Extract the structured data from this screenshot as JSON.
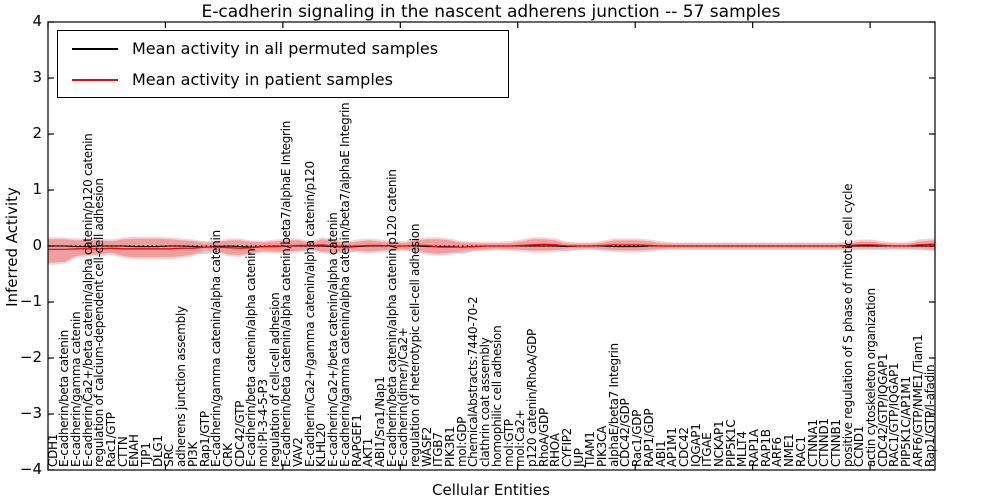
{
  "header": {
    "title": "E-cadherin signaling in the nascent adherens junction -- 57 samples"
  },
  "axes": {
    "ylabel": "Inferred Activity",
    "xlabel": "Cellular Entities",
    "yticks": [
      4,
      3,
      2,
      1,
      0,
      -1,
      -2,
      -3,
      -4
    ],
    "ylim": [
      -4,
      4
    ]
  },
  "legend": {
    "items": [
      {
        "label": "Mean activity in all permuted samples",
        "color": "#000000"
      },
      {
        "label": "Mean activity in patient samples",
        "color": "#ff0000"
      }
    ]
  },
  "chart_data": {
    "type": "line",
    "title": "E-cadherin signaling in the nascent adherens junction -- 57 samples",
    "xlabel": "Cellular Entities",
    "ylabel": "Inferred Activity",
    "ylim": [
      -4,
      4
    ],
    "grid": false,
    "legend_position": "upper left",
    "x_tick_label_rotation": 90,
    "x_tick_every": 10,
    "zero_line": {
      "style": "dotted",
      "color": "#000000"
    },
    "categories": [
      "CDH1",
      "E-cadherin/beta catenin",
      "E-cadherin/gamma catenin",
      "E-cadherin/Ca2+/beta catenin/alpha catenin/p120 catenin",
      "regulation of calcium-dependent cell-cell adhesion",
      "Rac1/GTP",
      "CTTN",
      "ENAH",
      "TJP1",
      "DLG1",
      "SRC",
      "adherens junction assembly",
      "PI3K",
      "Rap1/GTP",
      "E-cadherin/gamma catenin/alpha catenin",
      "CRK",
      "CDC42/GTP",
      "E-cadherin/beta catenin/alpha catenin",
      "mol:PI-3-4-5-P3",
      "regulation of cell-cell adhesion",
      "E-cadherin/beta catenin/alpha catenin/beta7/alphaE Integrin",
      "VAV2",
      "E-cadherin/Ca2+/gamma catenin/alpha catenin/p120",
      "KLHL20",
      "E-cadherin/Ca2+/beta catenin/alpha catenin",
      "E-cadherin/gamma catenin/alpha catenin/beta7/alphaE Integrin",
      "RAPGEF1",
      "AKT1",
      "ABI1/Sra1/Nap1",
      "E-cadherin/beta catenin/alpha catenin/p120 catenin",
      "E-cadherin(dimer)/Ca2+",
      "regulation of heterotypic cell-cell adhesion",
      "WASF2",
      "ITGB7",
      "PIK3R1",
      "mol:GDP",
      "ChemicalAbstracts:7440-70-2",
      "clathrin coat assembly",
      "homophilic cell adhesion",
      "mol:GTP",
      "mol:Ca2+",
      "p120 catenin/RhoA/GDP",
      "RhoA/GDP",
      "RHOA",
      "CYFIP2",
      "JUP",
      "TIAM1",
      "PIK3CA",
      "alphaE/beta7 Integrin",
      "CDC42/GDP",
      "Rac1/GDP",
      "RAP1/GDP",
      "ABI1",
      "AP1M1",
      "CDC42",
      "IQGAP1",
      "ITGAE",
      "NCKAP1",
      "PIP5K1C",
      "MLLT4",
      "RAP1A",
      "RAP1B",
      "ARF6",
      "NME1",
      "RAC1",
      "CTNNA1",
      "CTNND1",
      "CTNNB1",
      "positive regulation of S phase of mitotic cell cycle",
      "CCND1",
      "actin cytoskeleton organization",
      "CDC42/GTP/IQGAP1",
      "RAC1/GTP/IQGAP1",
      "PIP5K1C/AP1M1",
      "ARF6/GTP/NME1/Tiam1",
      "Rap1/GTP/l-afadin"
    ],
    "series": [
      {
        "name": "Mean activity in all permuted samples",
        "color": "#000000",
        "values": [
          0,
          0,
          -0.01,
          -0.01,
          0,
          0,
          0,
          -0.01,
          -0.01,
          -0.01,
          0,
          0,
          -0.01,
          -0.02,
          -0.01,
          0,
          -0.01,
          -0.02,
          -0.01,
          0,
          0,
          0,
          0,
          0,
          -0.01,
          -0.02,
          -0.01,
          0,
          0,
          0,
          0,
          0,
          -0.01,
          -0.01,
          -0.01,
          -0.02,
          -0.01,
          0,
          0,
          0,
          0,
          0,
          0,
          0,
          -0.01,
          0,
          0,
          0,
          -0.01,
          -0.01,
          -0.01,
          0,
          0,
          0,
          0,
          0,
          0,
          0,
          0,
          0,
          0,
          0,
          0,
          0,
          0,
          0,
          0,
          0,
          0,
          0,
          0,
          0,
          0,
          0,
          0,
          0
        ]
      },
      {
        "name": "Mean activity in patient samples",
        "color": "#ff0000",
        "values": [
          -0.06,
          -0.06,
          -0.05,
          -0.05,
          -0.05,
          -0.04,
          -0.05,
          -0.05,
          -0.05,
          -0.05,
          -0.05,
          -0.04,
          -0.04,
          -0.02,
          -0.02,
          -0.03,
          -0.04,
          -0.03,
          -0.01,
          -0.01,
          0,
          0.01,
          0.01,
          0.02,
          0,
          -0.01,
          0,
          0.01,
          0.01,
          0,
          0,
          0.01,
          0.01,
          -0.02,
          -0.02,
          -0.02,
          -0.01,
          0,
          0,
          0,
          0.01,
          0.02,
          0.03,
          0.02,
          0,
          0,
          0,
          0.01,
          0.02,
          0.02,
          0.02,
          0.01,
          0,
          0,
          0,
          0,
          0,
          0,
          0,
          0,
          0,
          0,
          0,
          0,
          0,
          0,
          0,
          0,
          0.01,
          0.02,
          0.02,
          0.01,
          0,
          0,
          0.02,
          0.03
        ]
      }
    ],
    "bands": [
      {
        "name": "permuted samples spread",
        "color": "#d6d6d6",
        "upper": [
          0.12,
          0.12,
          0.1,
          0.1,
          0.1,
          0.09,
          0.1,
          0.11,
          0.11,
          0.11,
          0.11,
          0.1,
          0.09,
          0.08,
          0.08,
          0.09,
          0.09,
          0.08,
          0.07,
          0.08,
          0.08,
          0.08,
          0.07,
          0.08,
          0.08,
          0.07,
          0.07,
          0.08,
          0.07,
          0.06,
          0.06,
          0.07,
          0.08,
          0.08,
          0.08,
          0.07,
          0.06,
          0.05,
          0.05,
          0.05,
          0.06,
          0.07,
          0.07,
          0.06,
          0.06,
          0.05,
          0.05,
          0.06,
          0.07,
          0.07,
          0.07,
          0.06,
          0.05,
          0.05,
          0.06,
          0.06,
          0.06,
          0.06,
          0.06,
          0.06,
          0.06,
          0.06,
          0.06,
          0.06,
          0.06,
          0.06,
          0.06,
          0.06,
          0.06,
          0.06,
          0.06,
          0.06,
          0.05,
          0.05,
          0.06,
          0.06
        ],
        "lower": [
          -0.25,
          -0.3,
          -0.15,
          -0.14,
          -0.13,
          -0.12,
          -0.14,
          -0.15,
          -0.15,
          -0.15,
          -0.15,
          -0.14,
          -0.13,
          -0.15,
          -0.12,
          -0.12,
          -0.12,
          -0.14,
          -0.1,
          -0.1,
          -0.1,
          -0.09,
          -0.08,
          -0.09,
          -0.1,
          -0.14,
          -0.09,
          -0.09,
          -0.08,
          -0.07,
          -0.07,
          -0.08,
          -0.09,
          -0.1,
          -0.1,
          -0.15,
          -0.09,
          -0.07,
          -0.06,
          -0.06,
          -0.07,
          -0.08,
          -0.08,
          -0.07,
          -0.1,
          -0.07,
          -0.06,
          -0.07,
          -0.08,
          -0.08,
          -0.08,
          -0.07,
          -0.06,
          -0.06,
          -0.07,
          -0.07,
          -0.07,
          -0.07,
          -0.07,
          -0.07,
          -0.07,
          -0.07,
          -0.07,
          -0.07,
          -0.07,
          -0.07,
          -0.07,
          -0.07,
          -0.07,
          -0.07,
          -0.07,
          -0.07,
          -0.06,
          -0.06,
          -0.07,
          -0.08
        ]
      },
      {
        "name": "patient samples spread",
        "color": "#ee9c9c",
        "upper": [
          0.12,
          0.12,
          0.1,
          0.1,
          0.1,
          0.08,
          0.12,
          0.13,
          0.13,
          0.13,
          0.12,
          0.1,
          0.08,
          0.04,
          0.06,
          0.1,
          0.1,
          0.06,
          0.06,
          0.08,
          0.1,
          0.1,
          0.05,
          0.12,
          0.1,
          0.04,
          0.08,
          0.1,
          0.08,
          0.06,
          0.05,
          0.1,
          0.12,
          0.12,
          0.1,
          0.05,
          0.04,
          0.04,
          0.04,
          0.05,
          0.08,
          0.12,
          0.12,
          0.1,
          0.04,
          0.03,
          0.03,
          0.06,
          0.1,
          0.1,
          0.1,
          0.08,
          0.05,
          0.03,
          0.02,
          0.02,
          0.02,
          0.02,
          0.02,
          0.02,
          0.02,
          0.02,
          0.02,
          0.02,
          0.02,
          0.02,
          0.02,
          0.02,
          0.04,
          0.08,
          0.08,
          0.05,
          0.03,
          0.03,
          0.08,
          0.1
        ],
        "lower": [
          -0.3,
          -0.28,
          -0.18,
          -0.15,
          -0.15,
          -0.12,
          -0.18,
          -0.2,
          -0.2,
          -0.2,
          -0.2,
          -0.18,
          -0.15,
          -0.06,
          -0.08,
          -0.15,
          -0.16,
          -0.12,
          -0.08,
          -0.1,
          -0.1,
          -0.08,
          -0.04,
          -0.1,
          -0.12,
          -0.06,
          -0.08,
          -0.1,
          -0.08,
          -0.06,
          -0.05,
          -0.08,
          -0.12,
          -0.14,
          -0.12,
          -0.08,
          -0.06,
          -0.05,
          -0.04,
          -0.05,
          -0.06,
          -0.08,
          -0.08,
          -0.07,
          -0.04,
          -0.03,
          -0.03,
          -0.05,
          -0.07,
          -0.08,
          -0.08,
          -0.06,
          -0.04,
          -0.03,
          -0.02,
          -0.02,
          -0.02,
          -0.02,
          -0.02,
          -0.02,
          -0.02,
          -0.02,
          -0.02,
          -0.02,
          -0.02,
          -0.02,
          -0.02,
          -0.02,
          -0.02,
          -0.02,
          -0.02,
          -0.02,
          -0.02,
          -0.02,
          -0.03,
          -0.05
        ]
      }
    ]
  }
}
